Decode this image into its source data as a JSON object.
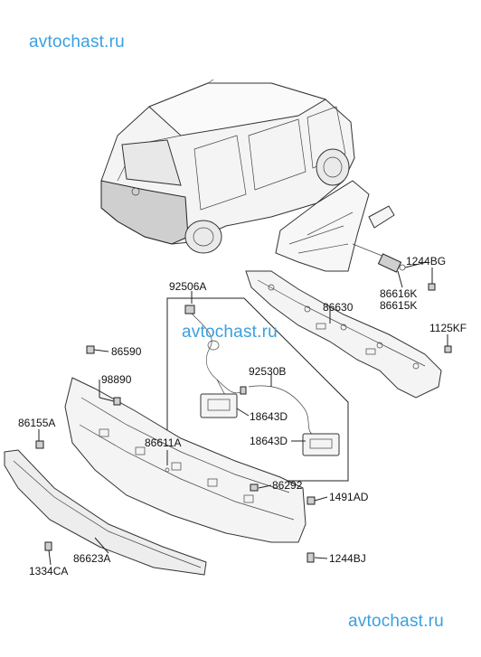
{
  "watermarks": {
    "top": "avtochast.ru",
    "middle": "avtochast.ru",
    "bottom": "avtochast.ru"
  },
  "parts": [
    {
      "id": "p1244BG",
      "code": "1244BG"
    },
    {
      "id": "p86616K",
      "code": "86616K"
    },
    {
      "id": "p86615K",
      "code": "86615K"
    },
    {
      "id": "p92506A",
      "code": "92506A"
    },
    {
      "id": "p86630",
      "code": "86630"
    },
    {
      "id": "p1125KF",
      "code": "1125KF"
    },
    {
      "id": "p86590",
      "code": "86590"
    },
    {
      "id": "p98890",
      "code": "98890"
    },
    {
      "id": "p92530B",
      "code": "92530B"
    },
    {
      "id": "p18643D_1",
      "code": "18643D"
    },
    {
      "id": "p86155A",
      "code": "86155A"
    },
    {
      "id": "p86611A",
      "code": "86611A"
    },
    {
      "id": "p18643D_2",
      "code": "18643D"
    },
    {
      "id": "p86292",
      "code": "86292"
    },
    {
      "id": "p1491AD",
      "code": "1491AD"
    },
    {
      "id": "p1244BJ",
      "code": "1244BJ"
    },
    {
      "id": "p86623A",
      "code": "86623A"
    },
    {
      "id": "p1334CA",
      "code": "1334CA"
    }
  ]
}
